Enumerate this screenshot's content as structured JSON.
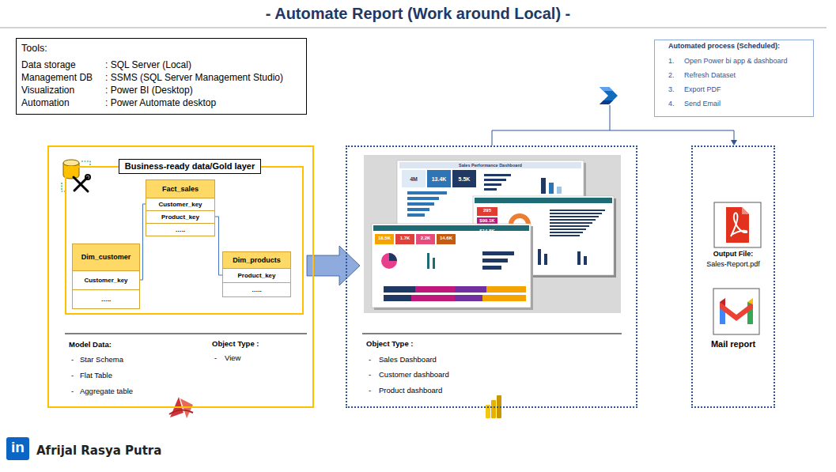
{
  "diagram": {
    "title": "- Automate Report (Work around Local) -",
    "nodes": [
      {
        "text": [
          "Tools:",
          "Data storage",
          ": SQL Server (Local)",
          "Management DB",
          ": SSMS (SQL Server Management Studio)",
          "Visualization",
          ": Power BI (Desktop)",
          "Automation",
          ": Power Automate desktop"
        ]
      },
      {
        "text": [
          "Automated process (Scheduled):",
          "1.",
          "Open Power bi app & dashboard",
          "2.",
          "Refresh Dataset",
          "3.",
          "Export PDF",
          "4.",
          "Send Email"
        ]
      },
      {
        "text": [
          "Model Data:",
          "-",
          "Star Schema",
          "-",
          "Flat Table",
          "-",
          "Aggregate table",
          "Object Type :",
          "-",
          "View"
        ]
      },
      {
        "text": [
          "Business-ready data/Gold layer"
        ],
        "in": 2
      },
      {
        "text": [
          "Fact_sales",
          "Customer_key",
          "Product_key",
          "….."
        ],
        "in": 3
      },
      {
        "text": [
          "Dim_customer",
          "Customer_key",
          "….."
        ],
        "in": 3
      },
      {
        "text": [
          "Dim_products",
          "Product_key",
          "….."
        ],
        "in": 3
      },
      {
        "text": [
          "Object Type :",
          "-",
          "Sales Dashboard",
          "-",
          "Customer dashboard",
          "-",
          "Product dashboard"
        ]
      },
      {
        "text": [
          "Output File:",
          "Sales-Report.pdf",
          "Mail report"
        ]
      }
    ],
    "edges": [
      {
        "from": 4,
        "to": 5,
        "arrow": "none"
      },
      {
        "from": 4,
        "to": 6,
        "arrow": "none"
      },
      {
        "from": 2,
        "to": 7,
        "arrow": "to"
      },
      {
        "from": 7,
        "to": 8,
        "arrow": "to"
      }
    ],
    "labels": [
      "Sales Performance Dashboard",
      "4M",
      "13.4K",
      "5.5K",
      "18.5K",
      "1.7K",
      "2.2K",
      "14.6K",
      "295",
      "$99.1K",
      "$14.8K",
      "in",
      "Afrijal Rasya Putra"
    ]
  }
}
